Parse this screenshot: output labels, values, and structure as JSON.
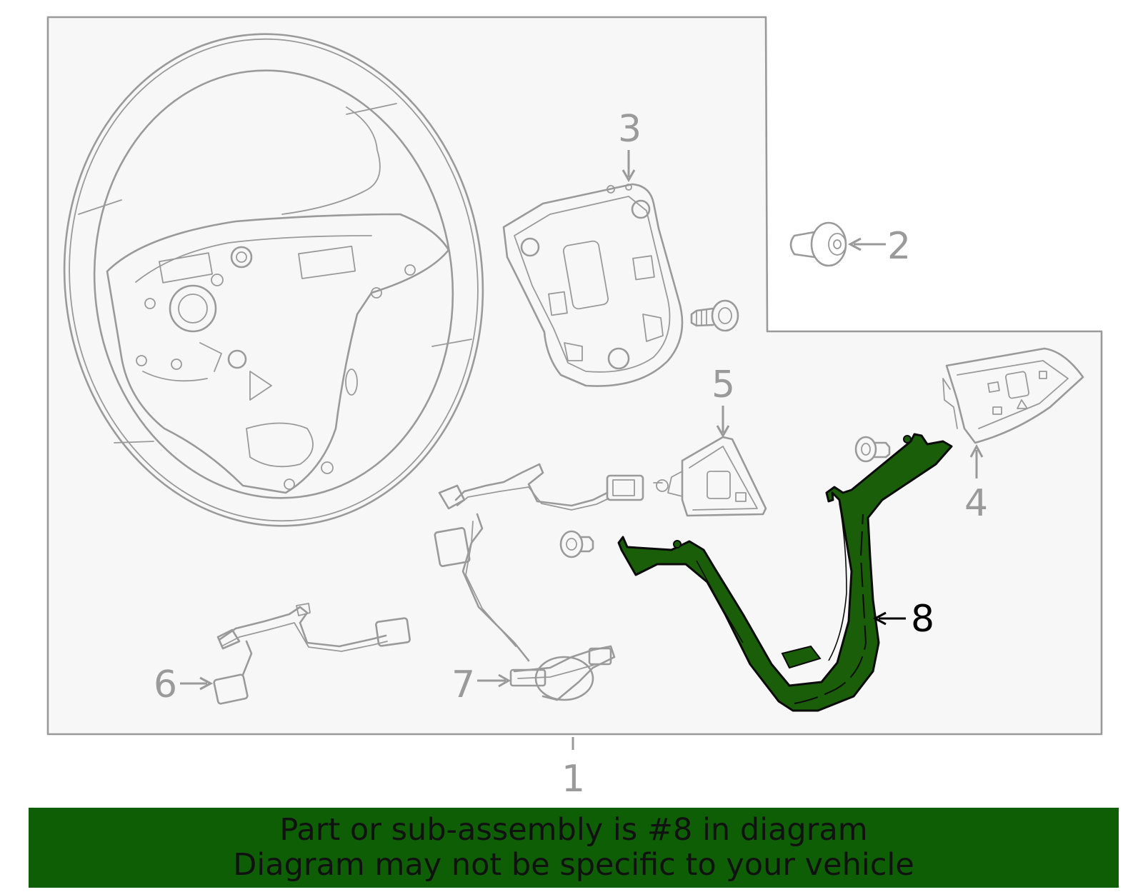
{
  "colors": {
    "panel_fill": "#f7f7f7",
    "line": "#9a9a9a",
    "highlight_fill": "#1a5e0a",
    "highlight_stroke": "#0b0b0b",
    "banner_bg": "#0e5e06",
    "banner_text": "#111111"
  },
  "callouts": {
    "c1": "1",
    "c2": "2",
    "c3": "3",
    "c4": "4",
    "c5": "5",
    "c6": "6",
    "c7": "7",
    "c8": "8"
  },
  "highlighted_part": "8",
  "banner": {
    "line1": "Part or sub-assembly is #8 in diagram",
    "line2": "Diagram may not be specific to your vehicle"
  }
}
